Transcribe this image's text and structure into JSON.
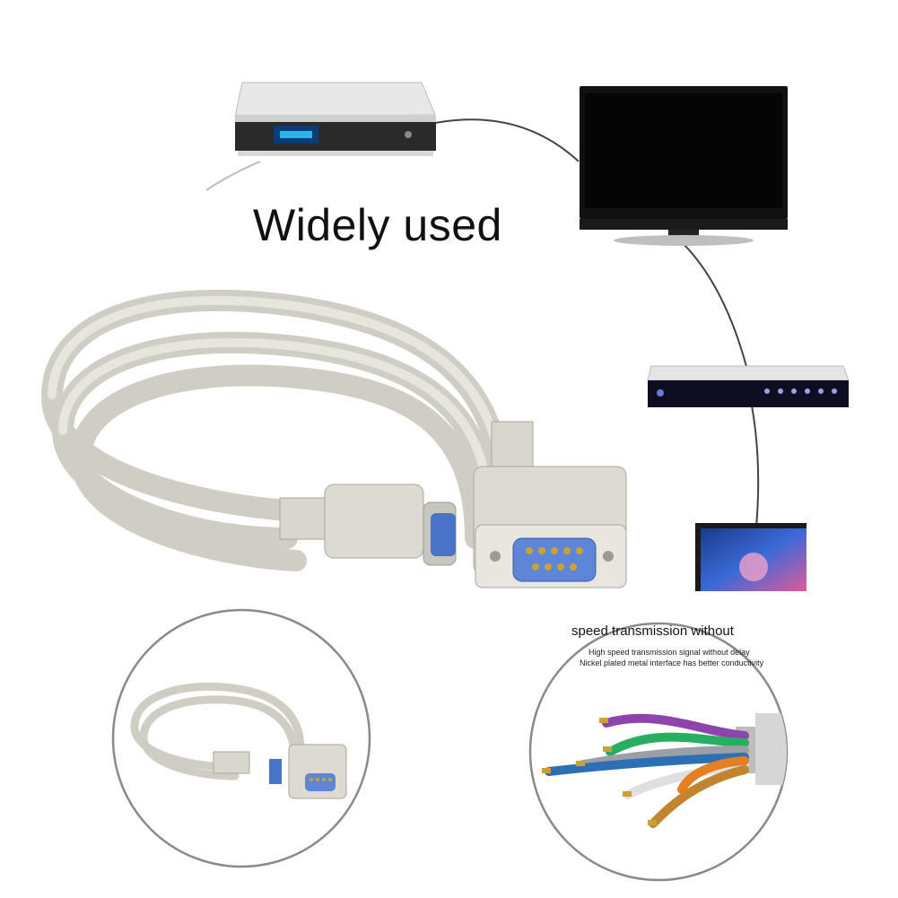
{
  "headline": "Widely used",
  "detail": {
    "title": "speed transmission without",
    "lines": [
      "High speed transmission signal without delay",
      "Nickel plated metal interface has better conductivity"
    ]
  },
  "colors": {
    "cable": "#e2e0d8",
    "connector_blue": "#4a74c8",
    "pins_gold": "#c9a233",
    "screen_black": "#0a0a0a",
    "circle_border": "#8a8a8a"
  },
  "icons": [
    "set-top-box",
    "television",
    "dvd-player",
    "laptop",
    "serial-cable",
    "wire-cross-section"
  ]
}
